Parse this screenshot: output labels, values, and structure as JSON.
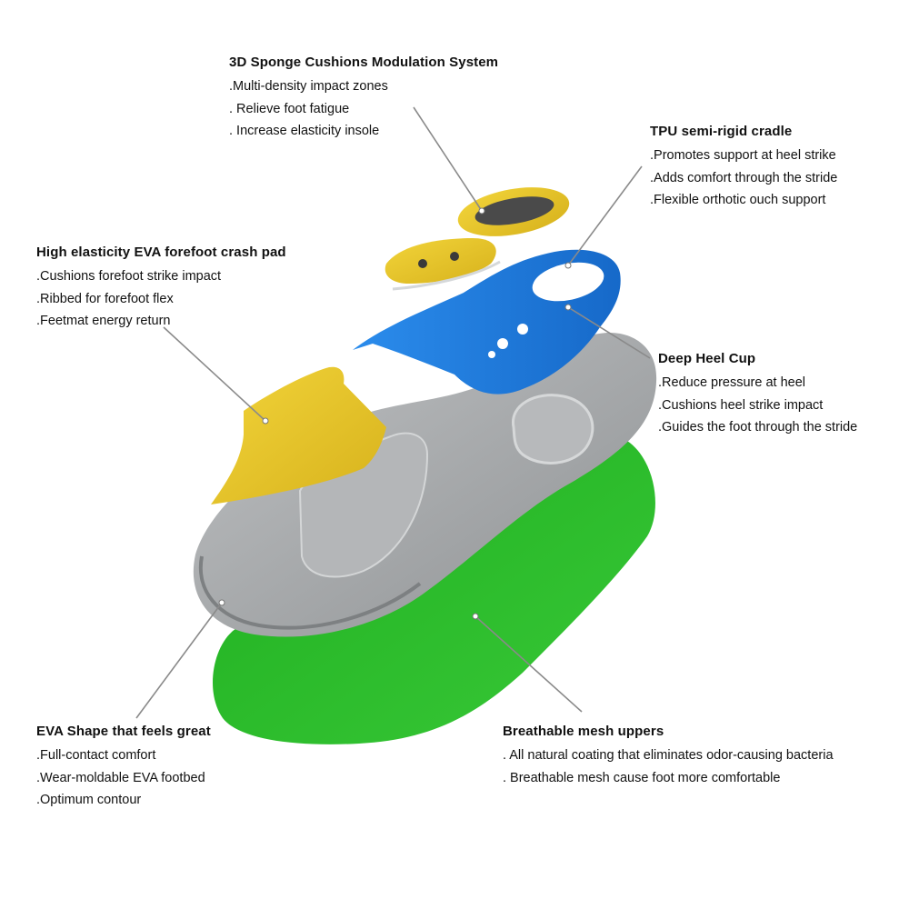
{
  "colors": {
    "mesh_green": "#2fbf2e",
    "eva_grey": "#a9abad",
    "pad_yellow": "#e9c72a",
    "cradle_blue": "#1f7fe0",
    "leader_grey": "#8a8a8a"
  },
  "callouts": [
    {
      "id": "sponge",
      "title": "3D Sponge Cushions Modulation System",
      "items": [
        ".Multi-density impact zones",
        ". Relieve foot fatigue",
        ". Increase elasticity insole"
      ]
    },
    {
      "id": "tpu",
      "title": "TPU semi-rigid cradle",
      "items": [
        ".Promotes support at heel strike",
        ".Adds comfort through the stride",
        ".Flexible orthotic ouch support"
      ]
    },
    {
      "id": "eva_pad",
      "title": "High elasticity EVA forefoot crash pad",
      "items": [
        ".Cushions forefoot strike impact",
        ".Ribbed for forefoot flex",
        ".Feetmat energy return"
      ]
    },
    {
      "id": "heel",
      "title": "Deep Heel Cup",
      "items": [
        ".Reduce pressure at heel",
        ".Cushions heel strike impact",
        ".Guides the foot through the stride"
      ]
    },
    {
      "id": "shape",
      "title": "EVA Shape that feels great",
      "items": [
        ".Full-contact comfort",
        ".Wear-moldable EVA footbed",
        ".Optimum contour"
      ]
    },
    {
      "id": "mesh",
      "title": "Breathable mesh uppers",
      "items": [
        ". All natural coating that eliminates odor-causing bacteria",
        ". Breathable mesh cause foot more comfortable"
      ]
    }
  ]
}
